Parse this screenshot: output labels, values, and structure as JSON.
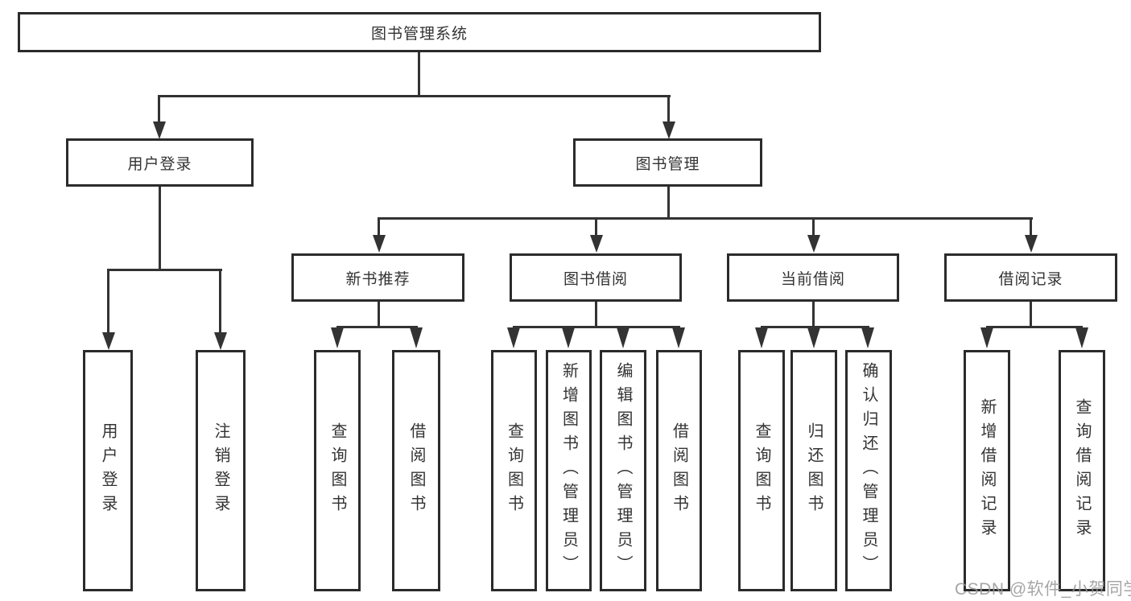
{
  "tree": {
    "root": {
      "label": "图书管理系统",
      "children": [
        {
          "label": "用户登录",
          "children": [
            {
              "label": "用户登录"
            },
            {
              "label": "注销登录"
            }
          ]
        },
        {
          "label": "图书管理",
          "children": [
            {
              "label": "新书推荐",
              "children": [
                {
                  "label": "查询图书"
                },
                {
                  "label": "借阅图书"
                }
              ]
            },
            {
              "label": "图书借阅",
              "children": [
                {
                  "label": "查询图书"
                },
                {
                  "label": "新增图书（管理员）"
                },
                {
                  "label": "编辑图书（管理员）"
                },
                {
                  "label": "借阅图书"
                }
              ]
            },
            {
              "label": "当前借阅",
              "children": [
                {
                  "label": "查询图书"
                },
                {
                  "label": "归还图书"
                },
                {
                  "label": "确认归还（管理员）"
                }
              ]
            },
            {
              "label": "借阅记录",
              "children": [
                {
                  "label": "新增借阅记录"
                },
                {
                  "label": "查询借阅记录"
                }
              ]
            }
          ]
        }
      ]
    }
  },
  "watermark": "CSDN @软件_小贺同学",
  "colors": {
    "line": "#333333",
    "box_border": "#2b2b2b",
    "text": "#333333",
    "watermark": "#969696",
    "background": "#ffffff"
  }
}
